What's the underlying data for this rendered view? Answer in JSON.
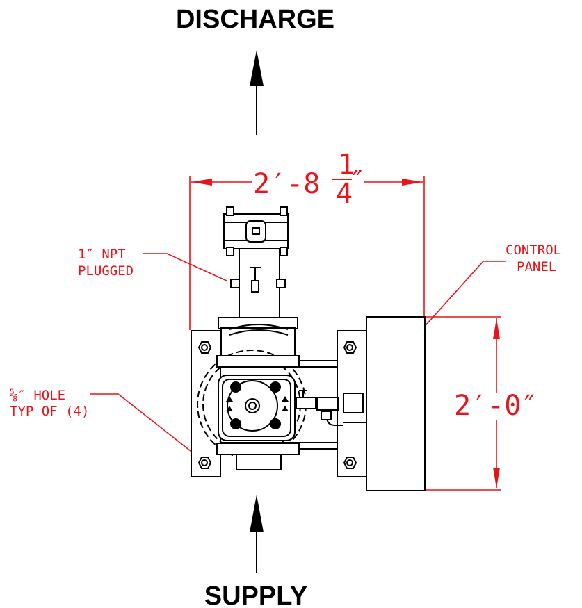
{
  "flow": {
    "discharge_label": "DISCHARGE",
    "supply_label": "SUPPLY"
  },
  "dimensions": {
    "width_label": "2′-8",
    "width_fraction_num": "1",
    "width_fraction_den": "4",
    "width_inch_mark": "″",
    "height_label": "2′-0″"
  },
  "callouts": {
    "npt_line1": "1″ NPT",
    "npt_line2": "PLUGGED",
    "control_line1": "CONTROL",
    "control_line2": "PANEL",
    "hole_line1": "⅝″ HOLE",
    "hole_line2": "TYP OF (4)"
  },
  "colors": {
    "annotation": "#e8141a",
    "linework": "#000000"
  }
}
